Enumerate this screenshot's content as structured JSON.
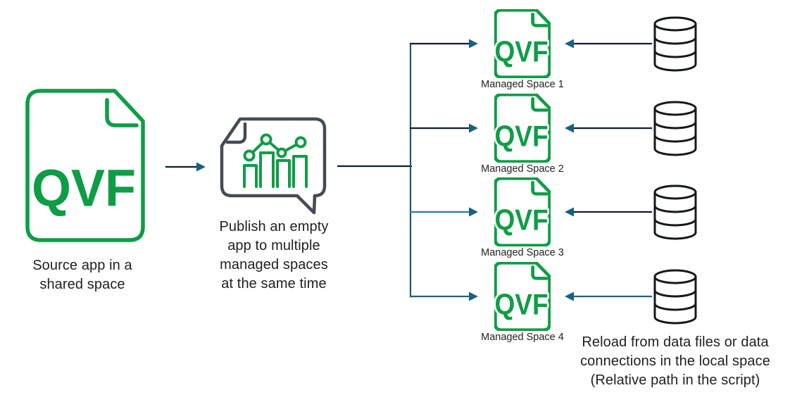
{
  "colors": {
    "green": "#0E9D46",
    "bubble_ink": "#454b52",
    "db_ink": "#15191c",
    "line_dark": "#101d33",
    "line_slate": "#27546b",
    "line_teal": "#2e7ca0",
    "line_steel": "#226080",
    "head_teal": "#1a607f",
    "text_ink": "#1f1f1f"
  },
  "icons": {
    "source": "qvf-file-icon",
    "publish": "speech-bubble-bar-chart-icon",
    "managed": "qvf-file-icon",
    "data_source": "database-cylinder-icon"
  },
  "source": {
    "qvf_label": "QVF",
    "caption": "Source app in a shared space"
  },
  "publish": {
    "caption": "Publish an empty app to multiple managed spaces at the same time"
  },
  "managed_spaces": [
    {
      "qvf_label": "QVF",
      "caption": "Managed Space 1"
    },
    {
      "qvf_label": "QVF",
      "caption": "Managed Space 2"
    },
    {
      "qvf_label": "QVF",
      "caption": "Managed Space 3"
    },
    {
      "qvf_label": "QVF",
      "caption": "Managed Space 4"
    }
  ],
  "reload_note": "Reload from data files or data connections in the local space (Relative path in the script)"
}
